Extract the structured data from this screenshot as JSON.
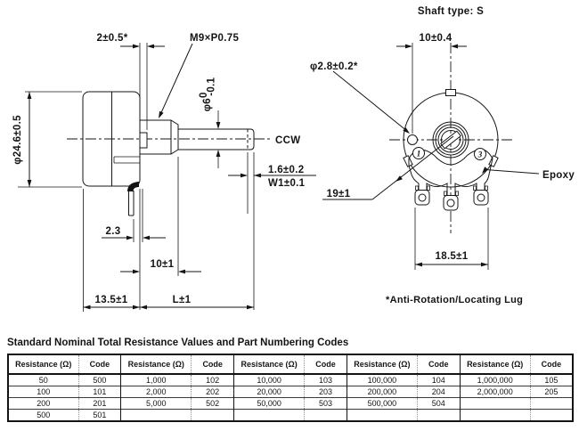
{
  "drawing": {
    "side_view": {
      "lug_protrusion": "2±0.5*",
      "thread_spec": "M9×P0.75",
      "shaft_dia": "φ6",
      "shaft_dia_tol_hi": "0",
      "shaft_dia_tol_lo": "-0.1",
      "body_dia": "φ24.6±0.5",
      "ccw": "CCW",
      "slot_depth": "1.6±0.2",
      "slot_width": "W1±0.1",
      "terminal_offset": "2.3",
      "bushing_length": "10±1",
      "body_depth": "13.5±1",
      "shaft_length": "L±1"
    },
    "front_view": {
      "heading": "Shaft type: S",
      "lug_to_center": "10±0.4",
      "lug_hole_dia": "φ2.8±0.2*",
      "seal_dia": "19±1",
      "epoxy": "Epoxy",
      "terminal_span": "18.5±1",
      "terminal_1": "1",
      "terminal_3": "3"
    },
    "footnote": "*Anti-Rotation/Locating Lug"
  },
  "table": {
    "title": "Standard Nominal Total Resistance Values and Part Numbering Codes",
    "col_resistance": "Resistance (Ω)",
    "col_code": "Code",
    "rows": [
      [
        "50",
        "500",
        "1,000",
        "102",
        "10,000",
        "103",
        "100,000",
        "104",
        "1,000,000",
        "105"
      ],
      [
        "100",
        "101",
        "2,000",
        "202",
        "20,000",
        "203",
        "200,000",
        "204",
        "2,000,000",
        "205"
      ],
      [
        "200",
        "201",
        "5,000",
        "502",
        "50,000",
        "503",
        "500,000",
        "504",
        "",
        ""
      ],
      [
        "500",
        "501",
        "",
        "",
        "",
        "",
        "",
        "",
        "",
        ""
      ]
    ]
  },
  "colors": {
    "ink": "#141414",
    "background": "#ffffff"
  }
}
